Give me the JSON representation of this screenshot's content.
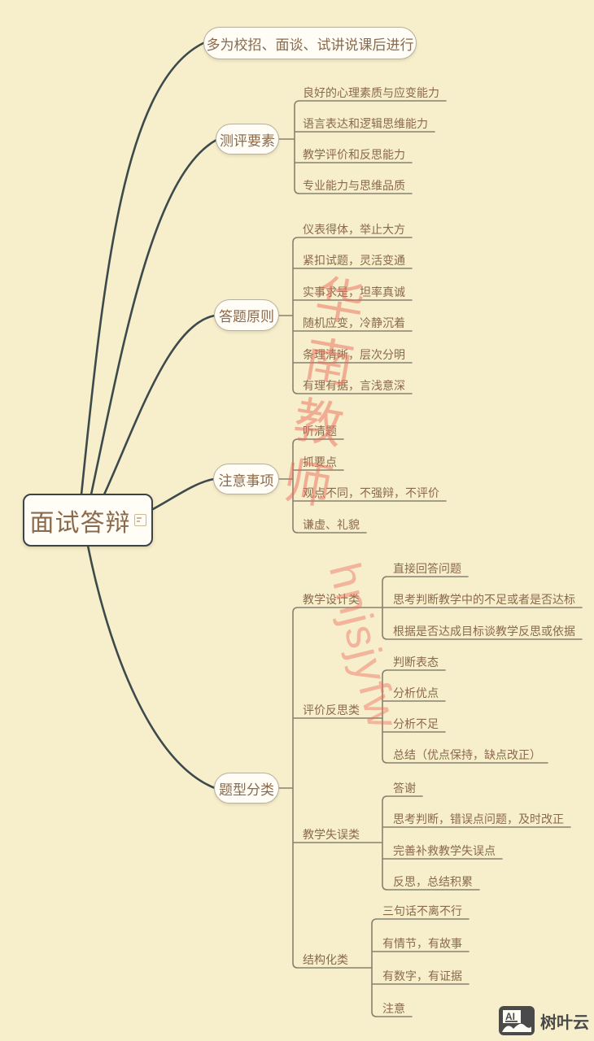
{
  "colors": {
    "background": "#f7eecb",
    "node_text": "#8a6a4c",
    "main_branch_line": "#3d4a4b",
    "leaf_line": "#87816f",
    "node_fill": "#fffdf6",
    "node_border": "#b6b0a0",
    "watermark_red": "#ec6e5f",
    "logo_gray": "#4a4a4a"
  },
  "root": {
    "label": "面试答辩"
  },
  "branches": [
    {
      "label": "多为校招、面谈、试讲说课后进行",
      "children": []
    },
    {
      "label": "测评要素",
      "children": [
        "良好的心理素质与应变能力",
        "语言表达和逻辑思维能力",
        "教学评价和反思能力",
        "专业能力与思维品质"
      ]
    },
    {
      "label": "答题原则",
      "children": [
        "仪表得体，举止大方",
        "紧扣试题，灵活变通",
        "实事求是，坦率真诚",
        "随机应变，冷静沉着",
        "条理清晰，层次分明",
        "有理有据，言浅意深"
      ]
    },
    {
      "label": "注意事项",
      "children": [
        "听清题",
        "抓要点",
        "观点不同，不强辩，不评价",
        "谦虚、礼貌"
      ]
    },
    {
      "label": "题型分类",
      "children": [
        {
          "label": "教学设计类",
          "children": [
            "直接回答问题",
            "思考判断教学中的不足或者是否达标",
            "根据是否达成目标谈教学反思或依据"
          ]
        },
        {
          "label": "评价反思类",
          "children": [
            "判断表态",
            "分析优点",
            "分析不足",
            "总结（优点保持，缺点改正）"
          ]
        },
        {
          "label": "教学失误类",
          "children": [
            "答谢",
            "思考判断，错误点问题，及时改正",
            "完善补救教学失误点",
            "反思，总结积累"
          ]
        },
        {
          "label": "结构化类",
          "children": [
            "三句话不离不行",
            "有情节，有故事",
            "有数字，有证据",
            "注意"
          ]
        }
      ]
    }
  ],
  "watermarks": {
    "vertical_text": "华南教师",
    "diagonal_text": "hnjsjyfw"
  },
  "logo": {
    "icon_text": "AI",
    "brand": "树叶云"
  }
}
